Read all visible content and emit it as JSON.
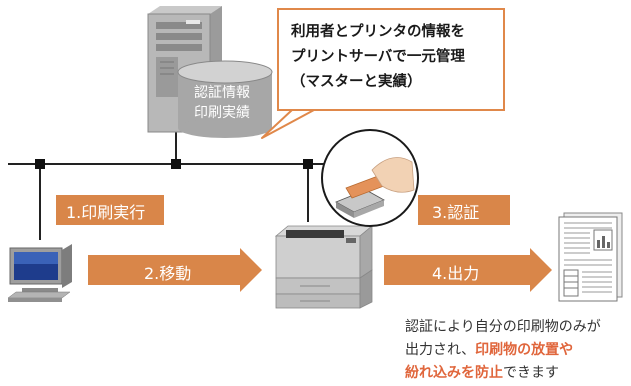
{
  "callout": {
    "line1": "利用者とプリンタの情報を",
    "line2": "プリントサーバで一元管理",
    "line3": "（マスターと実績）"
  },
  "database": {
    "line1": "認証情報",
    "line2": "印刷実績"
  },
  "steps": {
    "step1": "1.印刷実行",
    "step2": "2.移動",
    "step3": "3.認証",
    "step4": "4.出力"
  },
  "caption": {
    "line1": "認証により自分の印刷物のみが",
    "line2_plain": "出力され、",
    "line2_highlight": "印刷物の放置や",
    "line3_highlight": "紛れ込みを防止",
    "line3_plain": "できます"
  },
  "colors": {
    "accent_orange": "#e0884a",
    "arrow_orange": "#d98649",
    "highlight_text": "#e0663c",
    "network_line": "#222222"
  }
}
